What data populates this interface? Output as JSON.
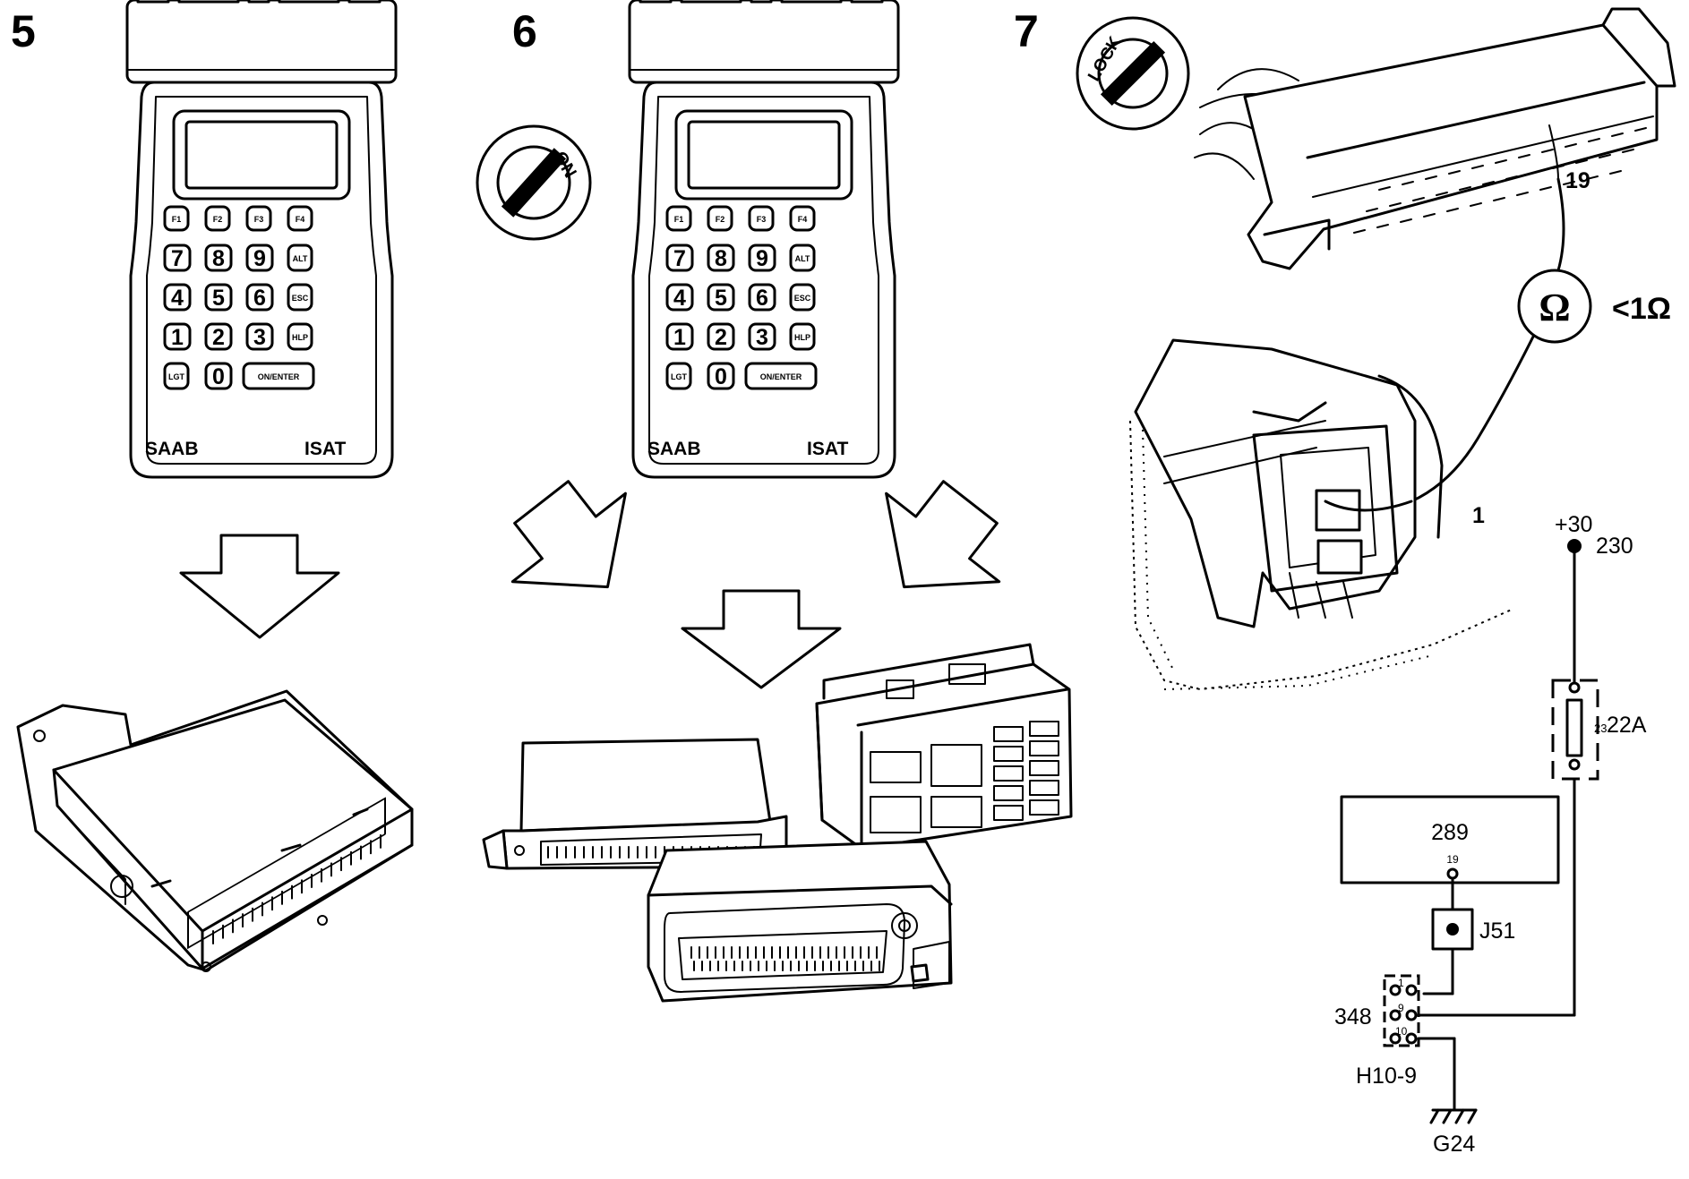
{
  "steps": [
    {
      "number": "5"
    },
    {
      "number": "6"
    },
    {
      "number": "7"
    }
  ],
  "tester": {
    "brand": "SAAB",
    "model": "ISAT",
    "keys": {
      "f1": "F1",
      "f2": "F2",
      "f3": "F3",
      "f4": "F4",
      "k7": "7",
      "k8": "8",
      "k9": "9",
      "alt": "ALT",
      "k4": "4",
      "k5": "5",
      "k6": "6",
      "esc": "ESC",
      "k1": "1",
      "k2": "2",
      "k3": "3",
      "hlp": "HLP",
      "lgt": "LGT",
      "k0": "0",
      "enter": "ON/ENTER"
    }
  },
  "ignition": {
    "on_label": "ON",
    "lock_label": "LOCK"
  },
  "meter": {
    "symbol": "Ω",
    "reading": "<1Ω"
  },
  "connector": {
    "pin_top": "19",
    "pin_bottom": "1"
  },
  "circuit": {
    "supply": "+30",
    "supply_node": "230",
    "fuse_number": "23",
    "fuse_rating": "22A",
    "module": "289",
    "module_pin": "19",
    "junction": "J51",
    "connector_id": "348",
    "connector_pins": [
      "1",
      "9",
      "10"
    ],
    "connector_ref": "H10-9",
    "ground": "G24"
  }
}
